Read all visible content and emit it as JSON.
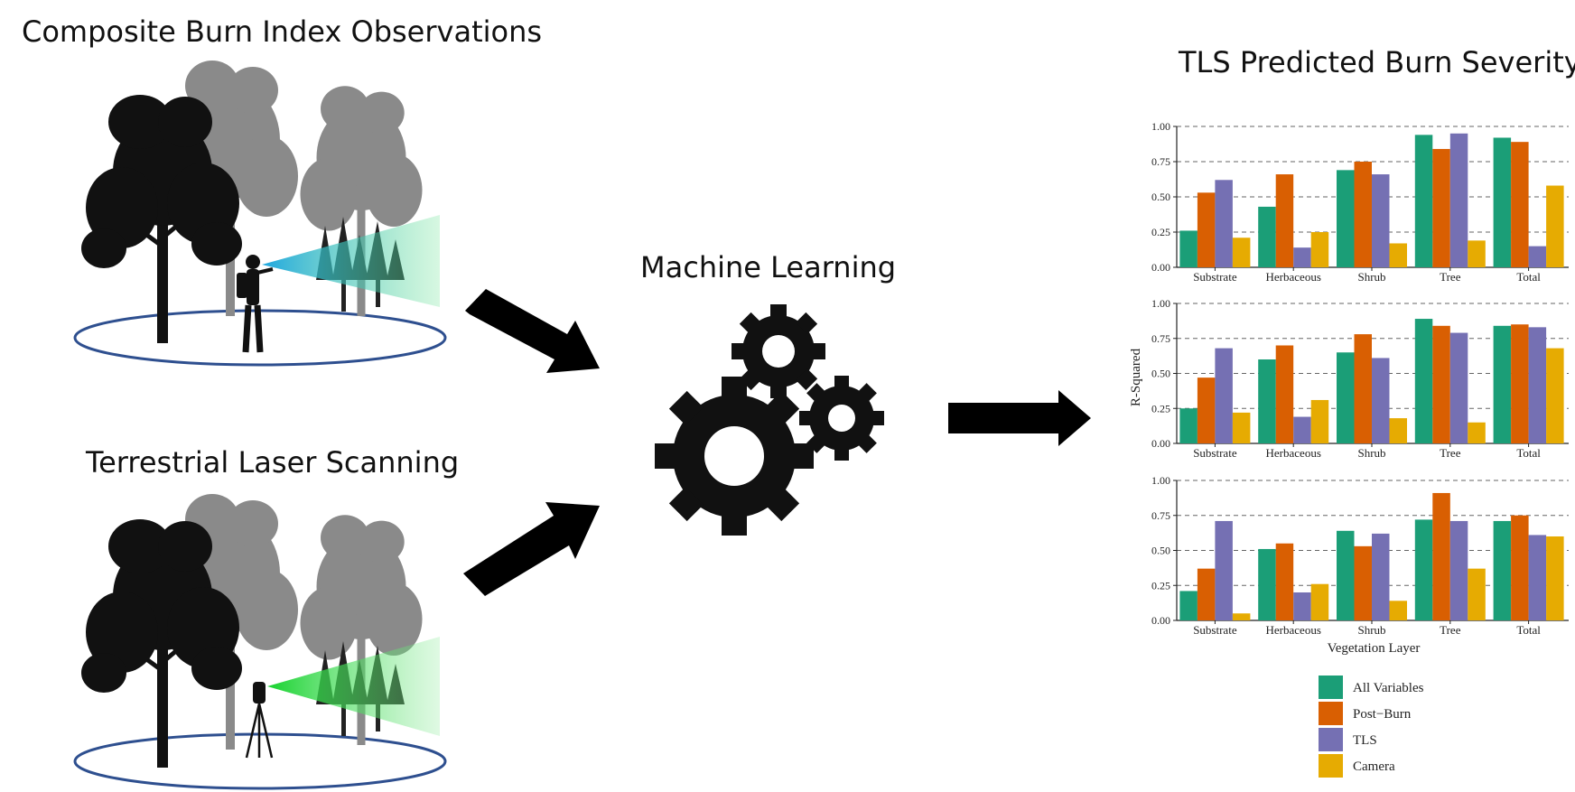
{
  "titles": {
    "cbi": "Composite Burn Index Observations",
    "tls": "Terrestrial Laser Scanning",
    "ml": "Machine Learning",
    "predicted": "TLS Predicted Burn Severity"
  },
  "icons": [
    "tree-icon",
    "surveyor-icon",
    "tripod-scanner-icon",
    "gear-icon",
    "arrow-icon"
  ],
  "colors": {
    "all_variables": "#1b9e77",
    "post_burn": "#d95f02",
    "tls": "#7570b3",
    "camera": "#e6ab02"
  },
  "chart_data": [
    {
      "type": "bar",
      "categories": [
        "Substrate",
        "Herbaceous",
        "Shrub",
        "Tree",
        "Total"
      ],
      "ylim": [
        0,
        1
      ],
      "yticks": [
        "0.00",
        "0.25",
        "0.50",
        "0.75",
        "1.00"
      ],
      "grid": "dashed horizontal",
      "series": [
        {
          "name": "All Variables",
          "values": [
            0.26,
            0.43,
            0.69,
            0.94,
            0.92
          ]
        },
        {
          "name": "Post−Burn",
          "values": [
            0.53,
            0.66,
            0.75,
            0.84,
            0.89
          ]
        },
        {
          "name": "TLS",
          "values": [
            0.62,
            0.14,
            0.66,
            0.95,
            0.15
          ]
        },
        {
          "name": "Camera",
          "values": [
            0.21,
            0.25,
            0.17,
            0.19,
            0.58
          ]
        }
      ]
    },
    {
      "type": "bar",
      "categories": [
        "Substrate",
        "Herbaceous",
        "Shrub",
        "Tree",
        "Total"
      ],
      "ylim": [
        0,
        1
      ],
      "yticks": [
        "0.00",
        "0.25",
        "0.50",
        "0.75",
        "1.00"
      ],
      "ylabel": "R-Squared",
      "grid": "dashed horizontal",
      "series": [
        {
          "name": "All Variables",
          "values": [
            0.25,
            0.6,
            0.65,
            0.89,
            0.84
          ]
        },
        {
          "name": "Post−Burn",
          "values": [
            0.47,
            0.7,
            0.78,
            0.84,
            0.85
          ]
        },
        {
          "name": "TLS",
          "values": [
            0.68,
            0.19,
            0.61,
            0.79,
            0.83
          ]
        },
        {
          "name": "Camera",
          "values": [
            0.22,
            0.31,
            0.18,
            0.15,
            0.68
          ]
        }
      ]
    },
    {
      "type": "bar",
      "categories": [
        "Substrate",
        "Herbaceous",
        "Shrub",
        "Tree",
        "Total"
      ],
      "ylim": [
        0,
        1
      ],
      "yticks": [
        "0.00",
        "0.25",
        "0.50",
        "0.75",
        "1.00"
      ],
      "xlabel": "Vegetation Layer",
      "grid": "dashed horizontal",
      "series": [
        {
          "name": "All Variables",
          "values": [
            0.21,
            0.51,
            0.64,
            0.72,
            0.71
          ]
        },
        {
          "name": "Post−Burn",
          "values": [
            0.37,
            0.55,
            0.53,
            0.91,
            0.75
          ]
        },
        {
          "name": "TLS",
          "values": [
            0.71,
            0.2,
            0.62,
            0.71,
            0.61
          ]
        },
        {
          "name": "Camera",
          "values": [
            0.05,
            0.26,
            0.14,
            0.37,
            0.6
          ]
        }
      ]
    }
  ],
  "legend": {
    "placement": "bottom",
    "items": [
      "All Variables",
      "Post−Burn",
      "TLS",
      "Camera"
    ]
  }
}
